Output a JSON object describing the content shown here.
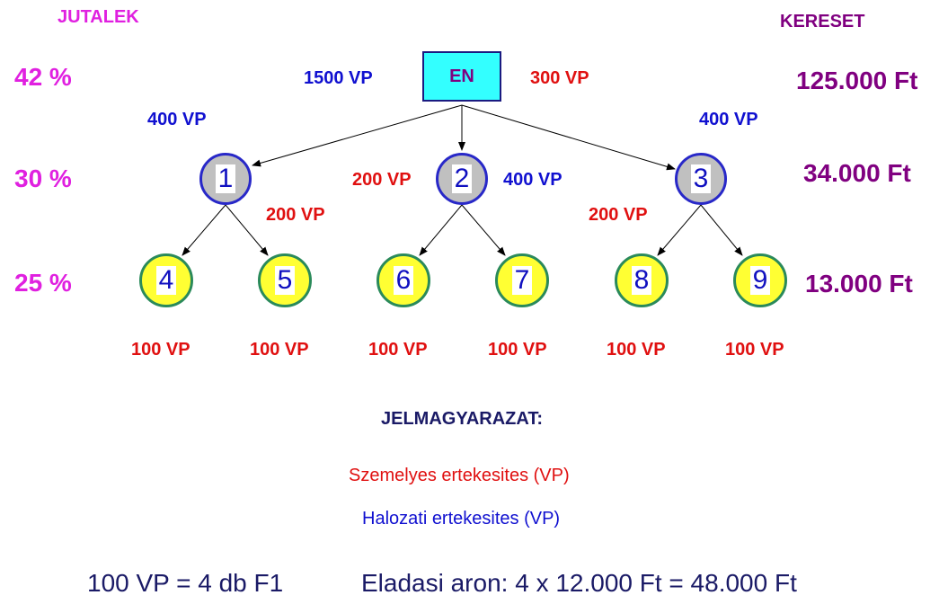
{
  "headers": {
    "left": "JUTALEK",
    "right": "KERESET"
  },
  "levels": [
    {
      "percent": "42 %",
      "earnings": "125.000 Ft"
    },
    {
      "percent": "30 %",
      "earnings": "34.000 Ft"
    },
    {
      "percent": "25 %",
      "earnings": "13.000 Ft"
    }
  ],
  "root": {
    "label": "EN",
    "network_vp": "1500 VP",
    "personal_vp": "300 VP"
  },
  "level1": [
    {
      "label": "1",
      "network_vp": "400 VP",
      "personal_vp": "200 VP"
    },
    {
      "label": "2",
      "network_vp": "400 VP",
      "personal_vp": "200 VP"
    },
    {
      "label": "3",
      "network_vp": "400 VP",
      "personal_vp": "200 VP"
    }
  ],
  "level2": [
    {
      "label": "4",
      "personal_vp": "100 VP"
    },
    {
      "label": "5",
      "personal_vp": "100 VP"
    },
    {
      "label": "6",
      "personal_vp": "100 VP"
    },
    {
      "label": "7",
      "personal_vp": "100 VP"
    },
    {
      "label": "8",
      "personal_vp": "100 VP"
    },
    {
      "label": "9",
      "personal_vp": "100 VP"
    }
  ],
  "legend": {
    "title": "JELMAGYARAZAT:",
    "personal": "Szemelyes ertekesites (VP)",
    "network": "Halozati ertekesites (VP)"
  },
  "footer": {
    "conversion": "100 VP = 4 db F1",
    "price": "Eladasi aron: 4 x 12.000 Ft = 48.000 Ft"
  },
  "colors": {
    "personal": "#e01010",
    "network": "#1010d0",
    "percent": "#e020e0",
    "earnings": "#800080",
    "root_fill": "#33ffff",
    "level1_fill": "#c0c0c0",
    "level2_fill": "#ffff33"
  }
}
